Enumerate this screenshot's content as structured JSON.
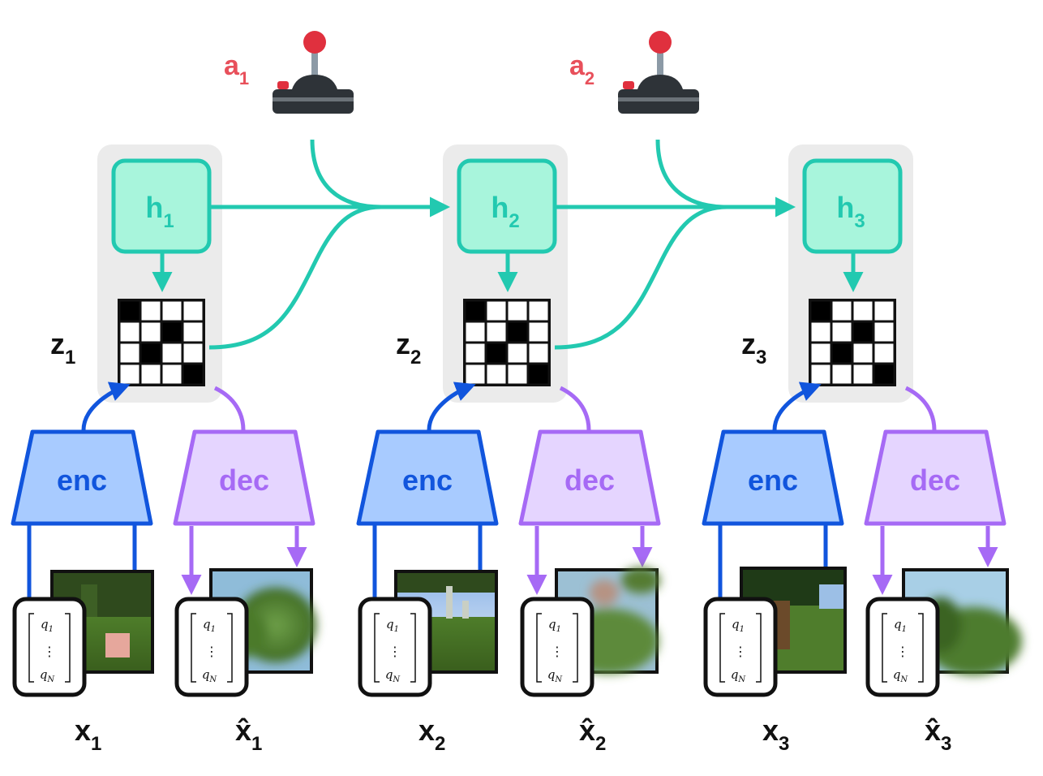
{
  "actions": [
    {
      "letter": "a",
      "sub": "1"
    },
    {
      "letter": "a",
      "sub": "2"
    }
  ],
  "steps": [
    {
      "h": "h",
      "h_sub": "1",
      "z": "z",
      "z_sub": "1",
      "enc": "enc",
      "dec": "dec",
      "x": "x",
      "x_sub": "1",
      "xhat": "x̂",
      "xhat_sub": "1"
    },
    {
      "h": "h",
      "h_sub": "2",
      "z": "z",
      "z_sub": "2",
      "enc": "enc",
      "dec": "dec",
      "x": "x",
      "x_sub": "2",
      "xhat": "x̂",
      "xhat_sub": "2"
    },
    {
      "h": "h",
      "h_sub": "3",
      "z": "z",
      "z_sub": "3",
      "enc": "enc",
      "dec": "dec",
      "x": "x",
      "x_sub": "3",
      "xhat": "x̂",
      "xhat_sub": "3"
    }
  ],
  "token_vector": {
    "first": "q",
    "first_sub": "1",
    "dots": "⋮",
    "last": "q",
    "last_sub": "N"
  },
  "latent_grid_cells": [
    [
      1,
      0,
      0,
      0
    ],
    [
      0,
      0,
      1,
      0
    ],
    [
      0,
      1,
      0,
      0
    ],
    [
      0,
      0,
      0,
      1
    ]
  ],
  "colors": {
    "action_text": "#e8505b",
    "hidden_fill": "#a8f5dc",
    "hidden_stroke": "#22c9b0",
    "hidden_text": "#22c9b0",
    "enc_fill": "#a8cbff",
    "enc_stroke": "#1155dd",
    "dec_fill": "#e5d5ff",
    "dec_stroke": "#a66af5",
    "panel": "#ebebeb"
  },
  "icons": {
    "action": "joystick-icon",
    "frame": "minecraft-frame-image"
  }
}
